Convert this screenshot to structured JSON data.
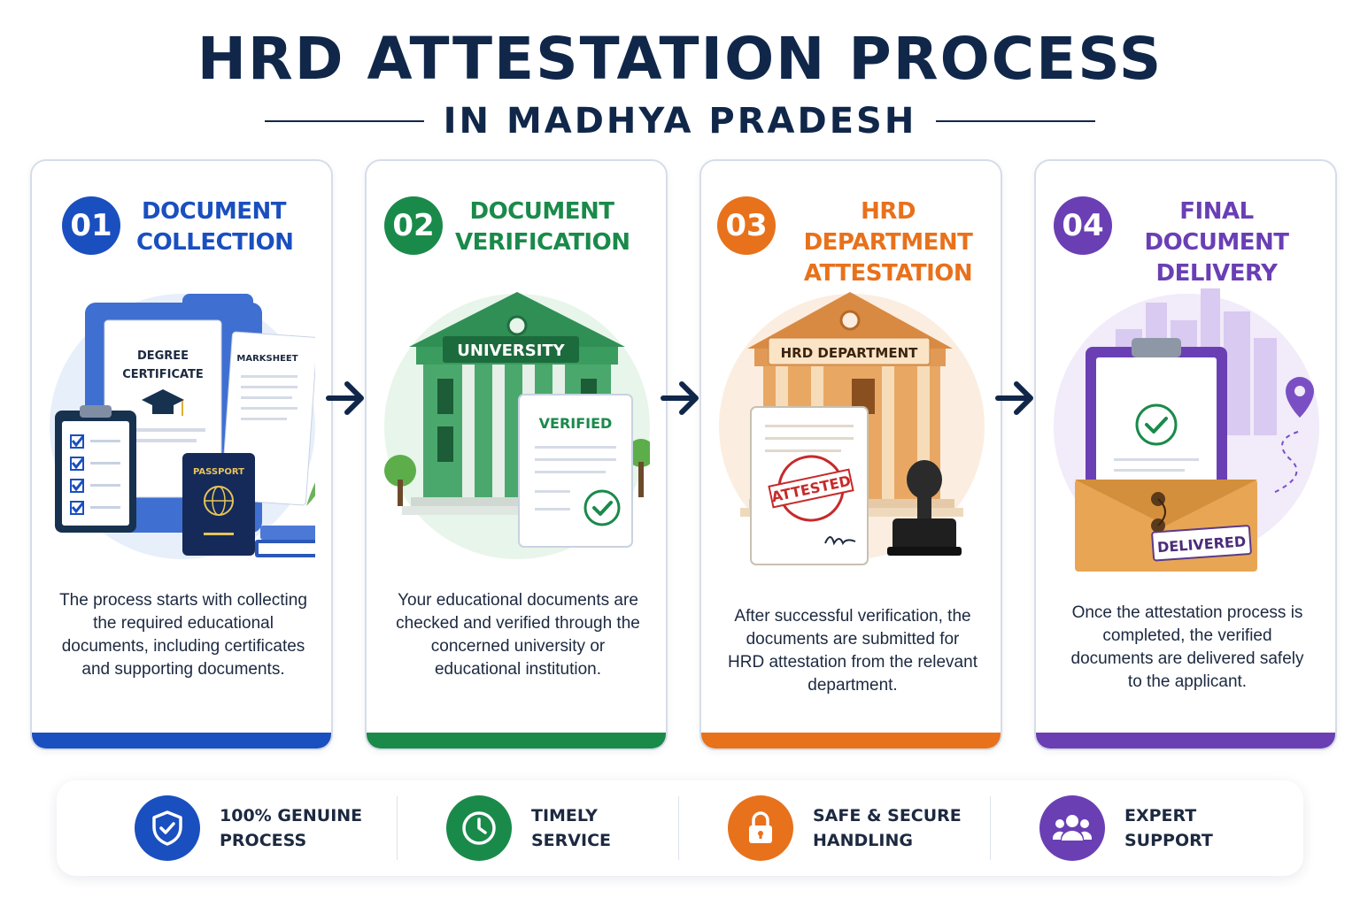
{
  "header": {
    "title": "HRD ATTESTATION PROCESS",
    "subtitle": "IN MADHYA PRADESH"
  },
  "colors": {
    "navy": "#10274a",
    "blue": "#1a4fbf",
    "green": "#1a8a4a",
    "orange": "#e8711c",
    "purple": "#6a3fb4"
  },
  "steps": [
    {
      "number": "01",
      "title_line1": "DOCUMENT",
      "title_line2": "COLLECTION",
      "color": "#1a4fbf",
      "illustration": {
        "doc_label_line1": "DEGREE",
        "doc_label_line2": "CERTIFICATE",
        "marksheet_label": "MARKSHEET",
        "passport_label": "PASSPORT"
      },
      "description": "The process starts with collecting the required educational documents, including certificates and supporting documents."
    },
    {
      "number": "02",
      "title_line1": "DOCUMENT",
      "title_line2": "VERIFICATION",
      "color": "#1a8a4a",
      "illustration": {
        "building_label": "UNIVERSITY",
        "doc_label": "VERIFIED"
      },
      "description": "Your educational documents are checked and verified through the concerned university or educational institution."
    },
    {
      "number": "03",
      "title_line1": "HRD DEPARTMENT",
      "title_line2": "ATTESTATION",
      "color": "#e8711c",
      "illustration": {
        "building_label": "HRD DEPARTMENT",
        "stamp_label": "ATTESTED"
      },
      "description": "After successful verification, the documents are submitted for HRD attestation from the relevant department."
    },
    {
      "number": "04",
      "title_line1": "FINAL DOCUMENT",
      "title_line2": "DELIVERY",
      "color": "#6a3fb4",
      "illustration": {
        "envelope_label": "DELIVERED"
      },
      "description": "Once the attestation process is completed, the verified documents are delivered safely to the applicant."
    }
  ],
  "features": [
    {
      "label": "100% GENUINE\nPROCESS",
      "icon": "shield-check-icon",
      "color": "#1a4fbf"
    },
    {
      "label": "TIMELY\nSERVICE",
      "icon": "clock-icon",
      "color": "#1a8a4a"
    },
    {
      "label": "SAFE & SECURE\nHANDLING",
      "icon": "lock-icon",
      "color": "#e8711c"
    },
    {
      "label": "EXPERT\nSUPPORT",
      "icon": "users-icon",
      "color": "#6a3fb4"
    }
  ]
}
